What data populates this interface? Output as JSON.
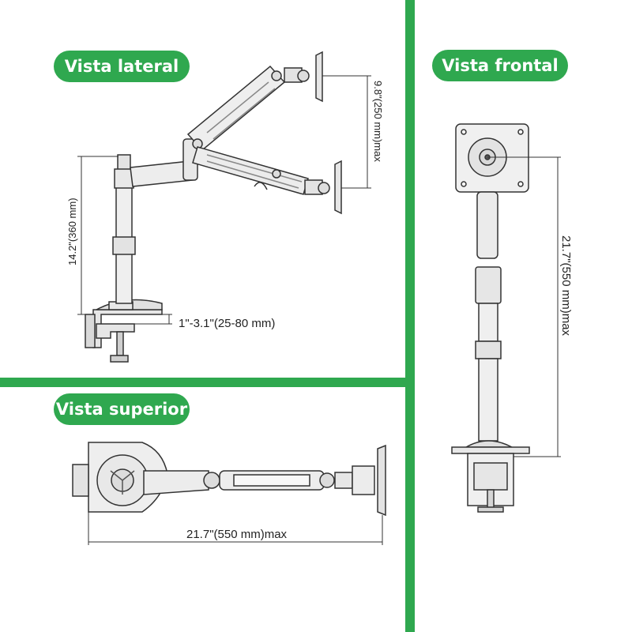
{
  "colors": {
    "accent": "#2fa84f",
    "line": "#333333"
  },
  "views": {
    "side": {
      "label": "Vista lateral"
    },
    "front": {
      "label": "Vista frontal"
    },
    "top": {
      "label": "Vista superior"
    }
  },
  "dimensions": {
    "side_arm_height": "9.8\"(250 mm)max",
    "side_pole_height": "14.2\"(360 mm)",
    "side_clamp_range": "1\"-3.1\"(25-80 mm)",
    "front_height": "21.7\"(550 mm)max",
    "top_length": "21.7\"(550 mm)max"
  }
}
